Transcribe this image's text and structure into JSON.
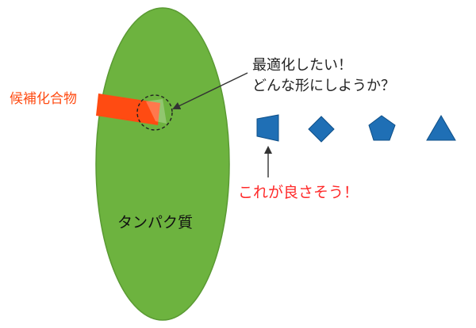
{
  "labels": {
    "protein": "タンパク質",
    "candidate": "候補化合物",
    "question_line1": "最適化したい！",
    "question_line2": "どんな形にしようか？",
    "answer": "これが良さそう！"
  },
  "colors": {
    "protein_fill": "#6db33f",
    "protein_stroke": "#5a9a33",
    "candidate": "#ff4b12",
    "shape_fill": "#1f6fb5",
    "shape_stroke": "#0e4f88",
    "answer_text": "#ff2a2a",
    "arrow": "#333333"
  },
  "shapes": [
    "trapezoid",
    "diamond",
    "pentagon",
    "triangle"
  ]
}
